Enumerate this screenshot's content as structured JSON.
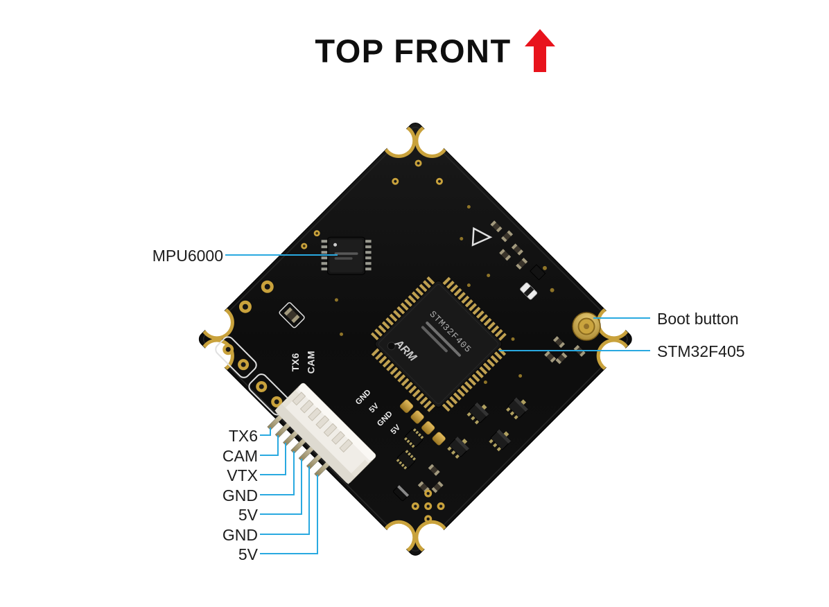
{
  "title": "TOP FRONT",
  "annotations": {
    "mpu6000": "MPU6000",
    "boot_button": "Boot button",
    "stm32f405": "STM32F405"
  },
  "pin_labels": [
    "TX6",
    "CAM",
    "VTX",
    "GND",
    "5V",
    "GND",
    "5V"
  ],
  "board_silkscreen": {
    "uart_labels": [
      "TX6",
      "CAM"
    ],
    "pad_labels": [
      "GND",
      "5V",
      "GND",
      "5V"
    ],
    "chip_marking_part": "STM32F405",
    "chip_marking_arm": "ARM"
  },
  "colors": {
    "leader_line": "#29a9e0",
    "arrow_red": "#e8131c",
    "board_black": "#0d0d0d",
    "pad_gold": "#c9a23c",
    "label_text": "#1c1c1c"
  }
}
